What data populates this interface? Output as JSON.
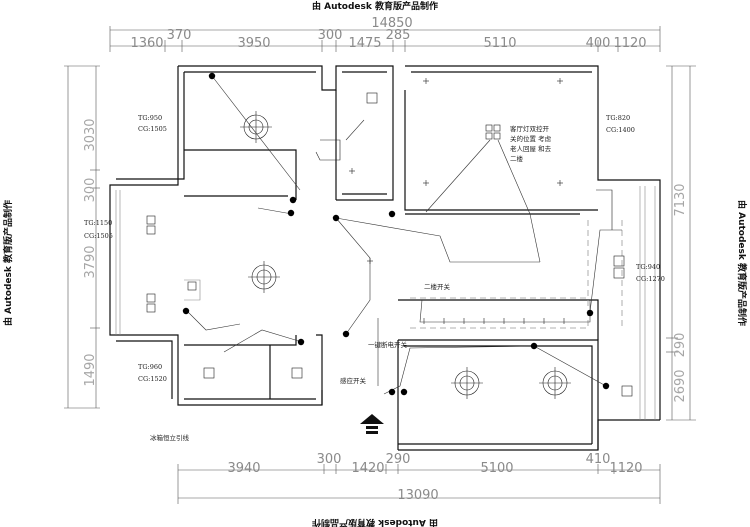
{
  "watermark": {
    "top": "由 Autodesk 教育版产品制作",
    "bottom": "由 Autodesk 教育版产品制作",
    "left": "由 Autodesk 教育版产品制作",
    "right": "由 Autodesk 教育版产品制作"
  },
  "dimensions": {
    "top_total": "14850",
    "top_segments": [
      "1360",
      "370",
      "3950",
      "300",
      "1475",
      "285",
      "5110",
      "400",
      "1120"
    ],
    "bottom_segments": [
      "3940",
      "300",
      "1420",
      "290",
      "5100",
      "410",
      "1120"
    ],
    "bottom_total": "13090",
    "left_segments": [
      "3030",
      "300",
      "3790",
      "1490"
    ],
    "right_segments": [
      "7130",
      "290",
      "2690"
    ]
  },
  "annotations": {
    "room_tl_tg": "TG:950",
    "room_tl_cg": "CG:1505",
    "room_left_tg": "TG:1150",
    "room_left_cg": "CG:1505",
    "room_bl_tg": "TG:960",
    "room_bl_cg": "CG:1520",
    "room_tr_tg": "TG:820",
    "room_tr_cg": "CG:1400",
    "room_right_tg": "TG:940",
    "room_right_cg": "CG:1270",
    "living_switch_note": [
      "客厅灯双控开",
      "关的位置 考虑",
      "老人回屋 和去",
      "二楼"
    ],
    "second_floor_switch": "二楼开关",
    "one_key_power": "一键断电开关",
    "sensor_switch": "感应开关",
    "fridge_note": "冰箱恒立引线"
  }
}
